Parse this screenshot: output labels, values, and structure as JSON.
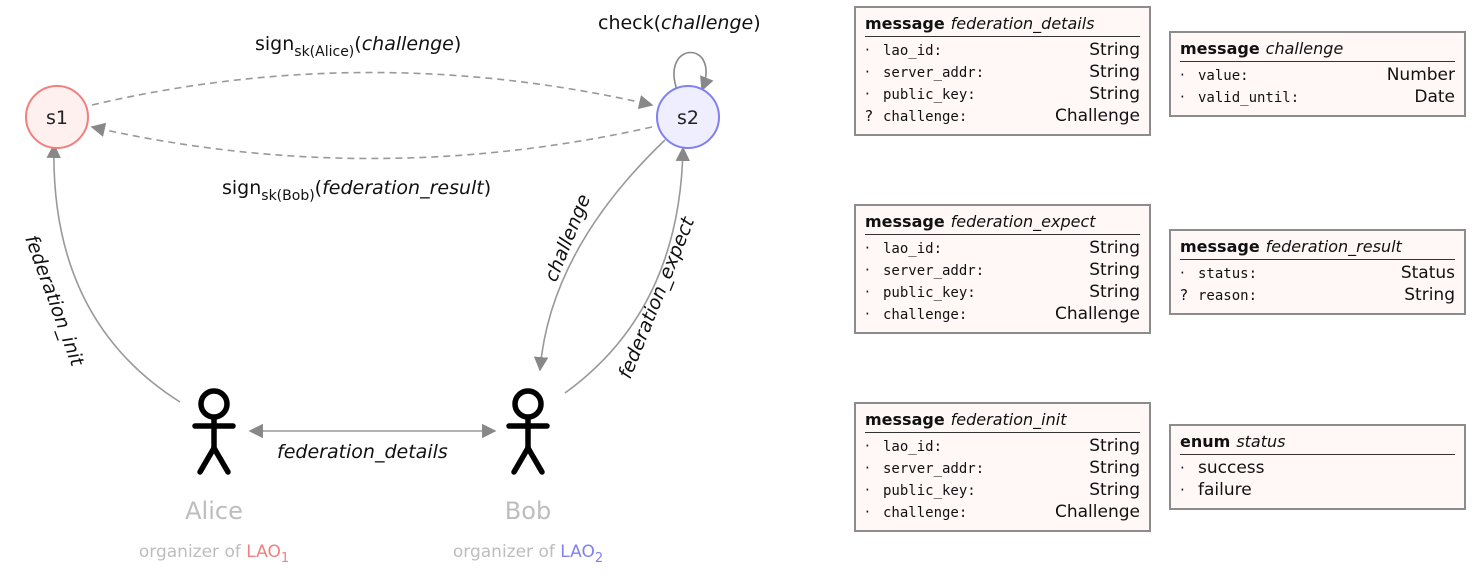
{
  "nodes": {
    "s1": {
      "label": "s1",
      "fill": "#fff0f0",
      "stroke": "#f08080"
    },
    "s2": {
      "label": "s2",
      "fill": "#eeeeff",
      "stroke": "#8080f0"
    }
  },
  "edges": {
    "sign_alice": {
      "prefix": "sign",
      "sub": "sk(Alice)",
      "open": "(",
      "arg": "challenge",
      "close": ")"
    },
    "sign_bob": {
      "prefix": "sign",
      "sub": "sk(Bob)",
      "open": "(",
      "arg": "federation_result",
      "close": ")"
    },
    "check": {
      "prefix": "check(",
      "arg": "challenge",
      "close": ")"
    },
    "federation_init": "federation_init",
    "challenge": "challenge",
    "federation_expect": "federation_expect",
    "federation_details": "federation_details"
  },
  "actors": {
    "alice": {
      "name": "Alice",
      "role_prefix": "organizer of ",
      "lao": "LAO",
      "lao_sub": "1",
      "lao_color": "#f08080"
    },
    "bob": {
      "name": "Bob",
      "role_prefix": "organizer of ",
      "lao": "LAO",
      "lao_sub": "2",
      "lao_color": "#8080f0"
    }
  },
  "messages": [
    {
      "kind": "message",
      "name": "federation_details",
      "rows": [
        {
          "mark": "·",
          "field": "lao_id:",
          "type": "String"
        },
        {
          "mark": "·",
          "field": "server_addr:",
          "type": "String"
        },
        {
          "mark": "·",
          "field": "public_key:",
          "type": "String"
        },
        {
          "mark": "?",
          "field": "challenge:",
          "type": "Challenge"
        }
      ]
    },
    {
      "kind": "message",
      "name": "challenge",
      "rows": [
        {
          "mark": "·",
          "field": "value:",
          "type": "Number"
        },
        {
          "mark": "·",
          "field": "valid_until:",
          "type": "Date"
        }
      ]
    },
    {
      "kind": "message",
      "name": "federation_expect",
      "rows": [
        {
          "mark": "·",
          "field": "lao_id:",
          "type": "String"
        },
        {
          "mark": "·",
          "field": "server_addr:",
          "type": "String"
        },
        {
          "mark": "·",
          "field": "public_key:",
          "type": "String"
        },
        {
          "mark": "·",
          "field": "challenge:",
          "type": "Challenge"
        }
      ]
    },
    {
      "kind": "message",
      "name": "federation_result",
      "rows": [
        {
          "mark": "·",
          "field": "status:",
          "type": "Status"
        },
        {
          "mark": "?",
          "field": "reason:",
          "type": "String"
        }
      ]
    },
    {
      "kind": "message",
      "name": "federation_init",
      "rows": [
        {
          "mark": "·",
          "field": "lao_id:",
          "type": "String"
        },
        {
          "mark": "·",
          "field": "server_addr:",
          "type": "String"
        },
        {
          "mark": "·",
          "field": "public_key:",
          "type": "String"
        },
        {
          "mark": "·",
          "field": "challenge:",
          "type": "Challenge"
        }
      ]
    },
    {
      "kind": "enum",
      "name": "status",
      "values": [
        "success",
        "failure"
      ]
    }
  ]
}
